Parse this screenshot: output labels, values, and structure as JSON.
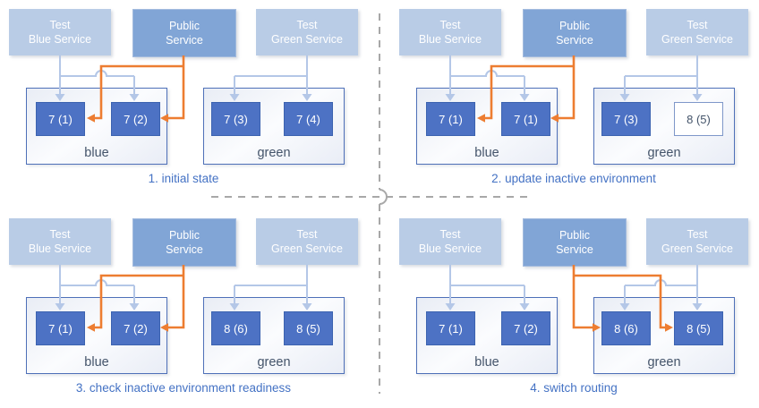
{
  "colors": {
    "service_light": "#b9cce6",
    "service_public": "#81a5d6",
    "pod_blue": "#4d72c4",
    "arrow_light": "#b4c7e7",
    "arrow_orange": "#ed7d31",
    "caption_blue": "#4472c4",
    "env_border": "#4e70b8",
    "env_label": "#44546a",
    "divider_gray": "#a8a8a8"
  },
  "services": {
    "test_blue": {
      "line1": "Test",
      "line2": "Blue Service"
    },
    "public": {
      "line1": "Public",
      "line2": "Service"
    },
    "test_green": {
      "line1": "Test",
      "line2": "Green Service"
    }
  },
  "quadrants": [
    {
      "caption": "1. initial state",
      "public_target": "blue",
      "blue_env": {
        "label": "blue",
        "pods": [
          {
            "label": "7 (1)",
            "outlined": false
          },
          {
            "label": "7 (2)",
            "outlined": false
          }
        ]
      },
      "green_env": {
        "label": "green",
        "pods": [
          {
            "label": "7 (3)",
            "outlined": false
          },
          {
            "label": "7 (4)",
            "outlined": false
          }
        ]
      }
    },
    {
      "caption": "2. update inactive environment",
      "public_target": "blue",
      "blue_env": {
        "label": "blue",
        "pods": [
          {
            "label": "7 (1)",
            "outlined": false
          },
          {
            "label": "7 (1)",
            "outlined": false
          }
        ]
      },
      "green_env": {
        "label": "green",
        "pods": [
          {
            "label": "7 (3)",
            "outlined": false
          },
          {
            "label": "8 (5)",
            "outlined": true
          }
        ]
      }
    },
    {
      "caption": "3. check inactive environment readiness",
      "public_target": "blue",
      "blue_env": {
        "label": "blue",
        "pods": [
          {
            "label": "7 (1)",
            "outlined": false
          },
          {
            "label": "7 (2)",
            "outlined": false
          }
        ]
      },
      "green_env": {
        "label": "green",
        "pods": [
          {
            "label": "8 (6)",
            "outlined": false
          },
          {
            "label": "8 (5)",
            "outlined": false
          }
        ]
      }
    },
    {
      "caption": "4. switch routing",
      "public_target": "green",
      "blue_env": {
        "label": "blue",
        "pods": [
          {
            "label": "7 (1)",
            "outlined": false
          },
          {
            "label": "7 (2)",
            "outlined": false
          }
        ]
      },
      "green_env": {
        "label": "green",
        "pods": [
          {
            "label": "8 (6)",
            "outlined": false
          },
          {
            "label": "8 (5)",
            "outlined": false
          }
        ]
      }
    }
  ]
}
